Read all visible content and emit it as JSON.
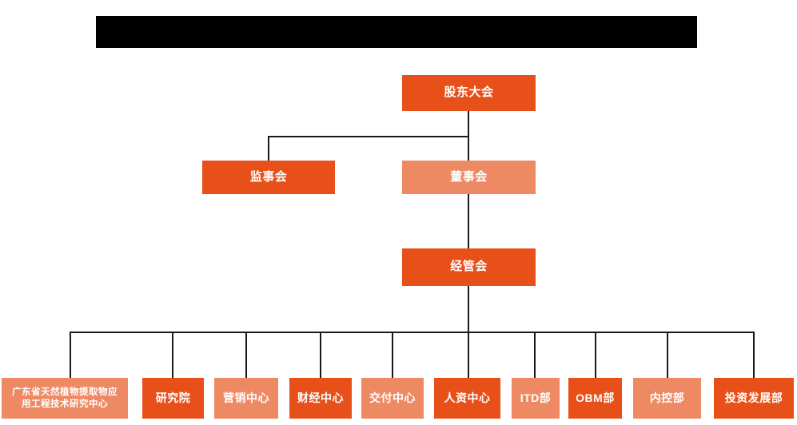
{
  "chart": {
    "type": "org-chart",
    "title_bar": {
      "label": "",
      "redacted": true,
      "color": "#000000"
    },
    "palette": {
      "dark_orange": "#E8501A",
      "light_orange": "#EE8A63",
      "connector": "#1A1A1A",
      "background": "#FFFFFF",
      "text": "#FFFFFF"
    },
    "levels": [
      {
        "level": 1,
        "nodes": [
          {
            "id": "shareholders",
            "label": "股东大会",
            "tone": "dark"
          }
        ]
      },
      {
        "level": 2,
        "nodes": [
          {
            "id": "supervisors",
            "label": "监事会",
            "tone": "dark"
          },
          {
            "id": "directors",
            "label": "董事会",
            "tone": "light"
          }
        ]
      },
      {
        "level": 3,
        "nodes": [
          {
            "id": "management",
            "label": "经管会",
            "tone": "dark"
          }
        ]
      },
      {
        "level": 4,
        "nodes": [
          {
            "id": "gd-research-center",
            "label": "广东省天然植物提取物应\n用工程技术研究中心",
            "line1": "广东省天然植物提取物应",
            "line2": "用工程技术研究中心",
            "tone": "light"
          },
          {
            "id": "research-institute",
            "label": "研究院",
            "tone": "dark"
          },
          {
            "id": "marketing-center",
            "label": "营销中心",
            "tone": "light"
          },
          {
            "id": "finance-center",
            "label": "财经中心",
            "tone": "dark"
          },
          {
            "id": "delivery-center",
            "label": "交付中心",
            "tone": "light"
          },
          {
            "id": "hr-center",
            "label": "人资中心",
            "tone": "dark"
          },
          {
            "id": "itd-dept",
            "label": "ITD部",
            "tone": "light"
          },
          {
            "id": "obm-dept",
            "label": "OBM部",
            "tone": "dark"
          },
          {
            "id": "internal-control-dept",
            "label": "内控部",
            "tone": "light"
          },
          {
            "id": "investment-development-dept",
            "label": "投资发展部",
            "tone": "dark"
          }
        ]
      }
    ]
  }
}
